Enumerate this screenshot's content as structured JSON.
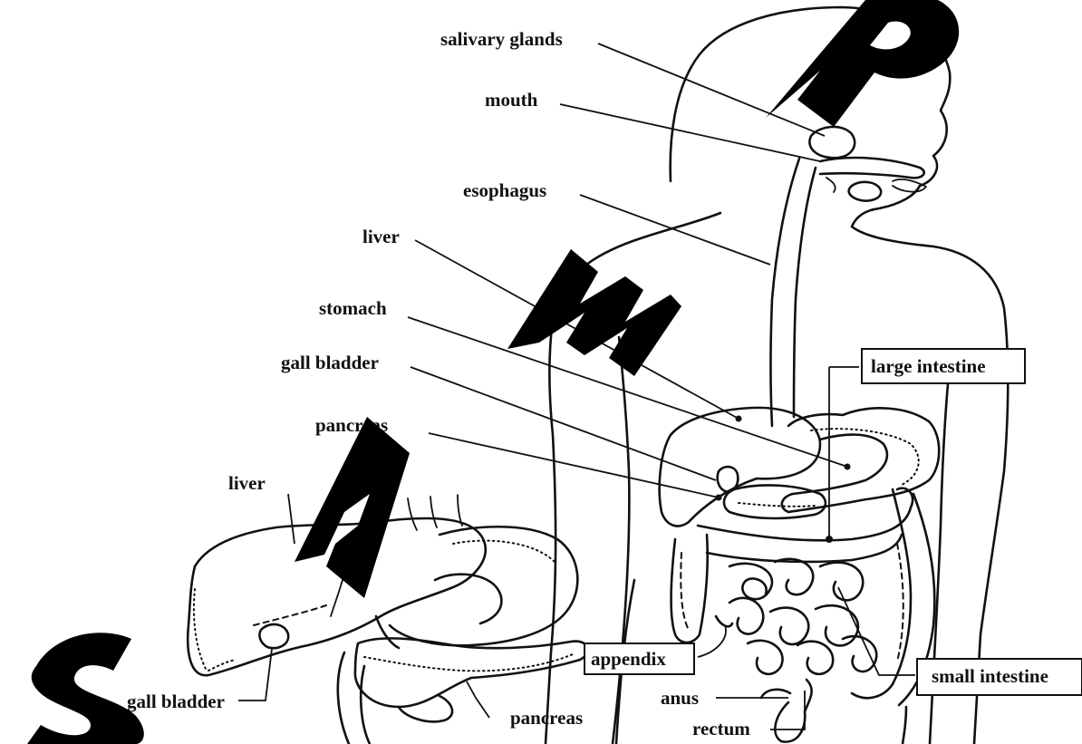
{
  "labels": {
    "salivary_glands": "salivary glands",
    "mouth": "mouth",
    "esophagus": "esophagus",
    "liver": "liver",
    "stomach": "stomach",
    "gall_bladder": "gall bladder",
    "pancreas": "pancreas",
    "large_intestine": "large intestine",
    "small_intestine": "small intestine",
    "appendix": "appendix",
    "anus": "anus",
    "rectum": "rectum",
    "inset_liver": "liver",
    "inset_gall_bladder": "gall bladder",
    "inset_pancreas": "pancreas"
  },
  "watermark": "SAMPLE",
  "colors": {
    "ink": "#111111",
    "watermark": "#000000",
    "background": "#ffffff"
  }
}
